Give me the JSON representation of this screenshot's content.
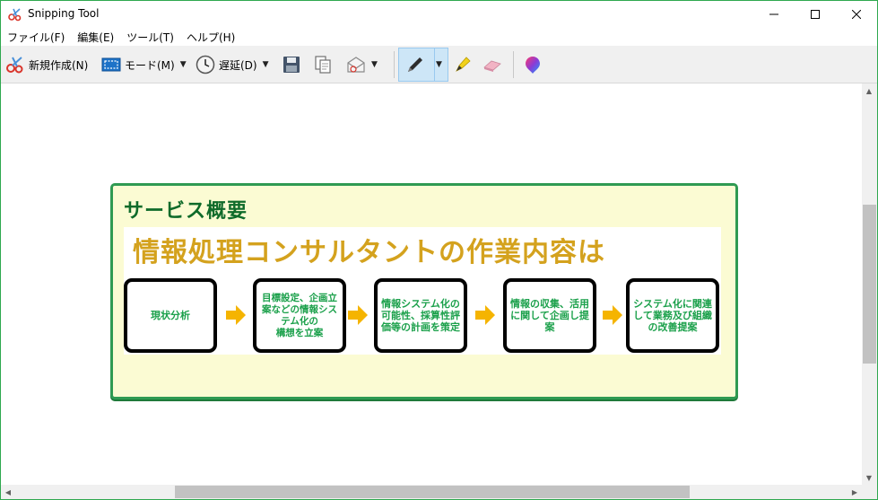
{
  "window": {
    "title": "Snipping Tool",
    "controls": {
      "minimize": "minimize",
      "maximize": "maximize",
      "close": "close"
    }
  },
  "menu": [
    {
      "label": "ファイル(F)"
    },
    {
      "label": "編集(E)"
    },
    {
      "label": "ツール(T)"
    },
    {
      "label": "ヘルプ(H)"
    }
  ],
  "toolbar": {
    "new_label": "新規作成(N)",
    "mode_label": "モード(M)",
    "delay_label": "遅延(D)",
    "icons": [
      "scissors-icon",
      "mode-rectangle-icon",
      "clock-icon",
      "save-icon",
      "copy-icon",
      "send-mail-icon",
      "pen-icon",
      "highlighter-icon",
      "eraser-icon",
      "paint3d-icon"
    ]
  },
  "snip": {
    "title": "サービス概要",
    "heading": "情報処理コンサルタントの作業内容は",
    "steps": [
      {
        "text": "現状分析"
      },
      {
        "text": "目標設定、企画立案などの情報システム化の\n構想を立案"
      },
      {
        "text": "情報システム化の可能性、採算性評価等の計画を策定"
      },
      {
        "text": "情報の収集、活用に関して企画し提案"
      },
      {
        "text": "システム化に関連して業務及び組織の改善提案"
      }
    ],
    "colors": {
      "frame": "#2f9a52",
      "title": "#0f6b2a",
      "heading": "#d4a21e",
      "step_text": "#1aa04a",
      "arrow": "#f5b400",
      "background": "#fbfbd3"
    }
  }
}
